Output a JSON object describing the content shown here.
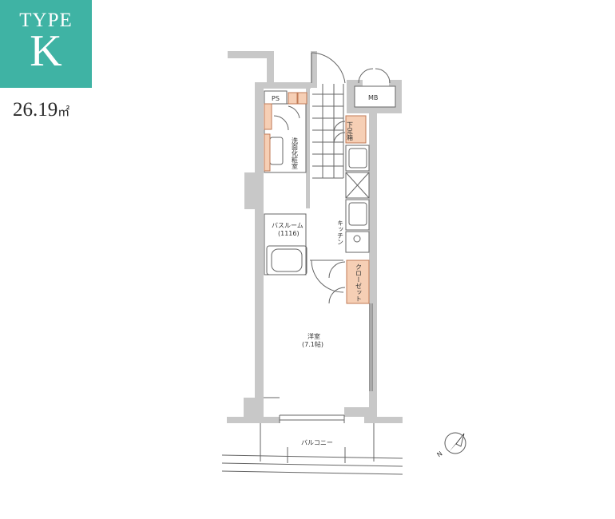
{
  "header": {
    "type_word": "TYPE",
    "type_letter": "K",
    "area_value": "26.19",
    "area_unit": "㎡"
  },
  "floorplan": {
    "labels": {
      "ps": "PS",
      "mb": "MB",
      "geta": "下足箱",
      "washroom": "洗面化粧室",
      "bathroom": "バスルーム",
      "bathroom_size": "(1116)",
      "kitchen": "キッチン",
      "closet": "クローゼット",
      "room": "洋室",
      "room_size": "(7.1帖)",
      "balcony": "バルコニー",
      "north": "N"
    }
  },
  "colors": {
    "badge": "#3fb3a4",
    "wall": "#c8c8c8",
    "storage": "#f6cfb5",
    "line": "#555555"
  }
}
